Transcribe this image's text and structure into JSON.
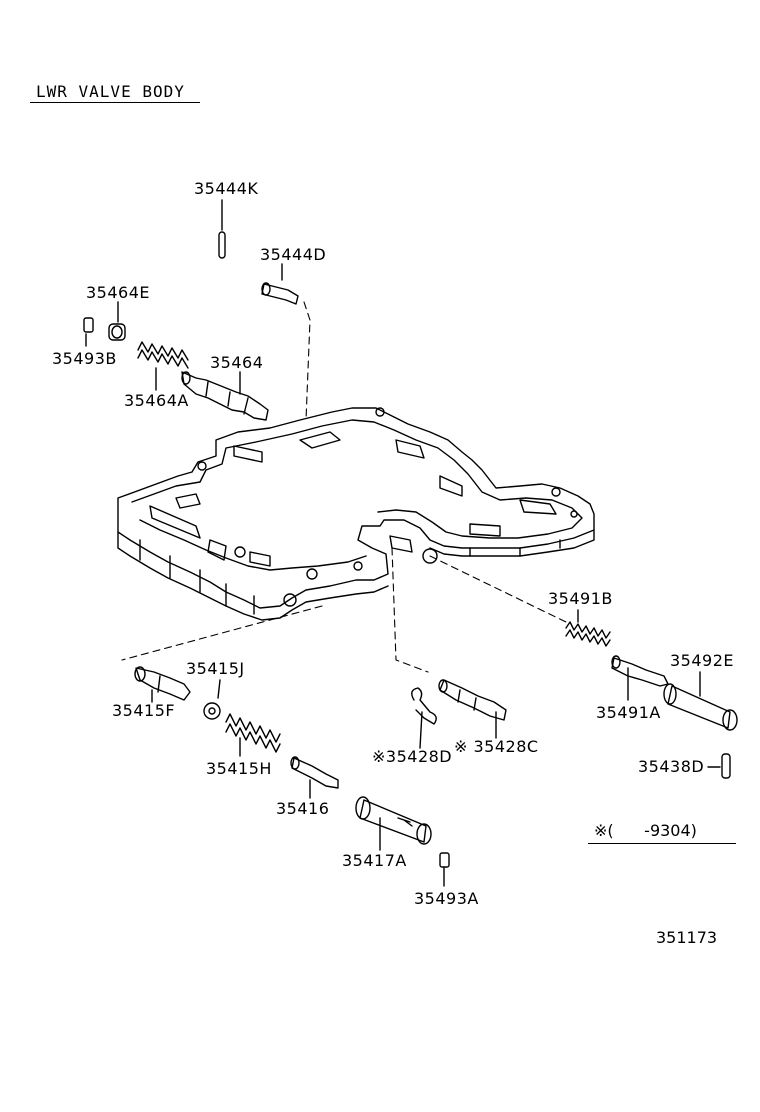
{
  "title": "LWR VALVE BODY",
  "note": "※(      -9304)",
  "reference_number": "351173",
  "parts": [
    {
      "id": "35444K",
      "label": "35444K"
    },
    {
      "id": "35444D",
      "label": "35444D"
    },
    {
      "id": "35464E",
      "label": "35464E"
    },
    {
      "id": "35493B",
      "label": "35493B"
    },
    {
      "id": "35464",
      "label": "35464"
    },
    {
      "id": "35464A",
      "label": "35464A"
    },
    {
      "id": "35491B",
      "label": "35491B"
    },
    {
      "id": "35492E",
      "label": "35492E"
    },
    {
      "id": "35491A",
      "label": "35491A"
    },
    {
      "id": "35438D",
      "label": "35438D"
    },
    {
      "id": "35415J",
      "label": "35415J"
    },
    {
      "id": "35415F",
      "label": "35415F"
    },
    {
      "id": "35415H",
      "label": "35415H"
    },
    {
      "id": "35416",
      "label": "35416"
    },
    {
      "id": "35417A",
      "label": "35417A"
    },
    {
      "id": "35493A",
      "label": "35493A"
    },
    {
      "id": "35428D",
      "label": "※35428D"
    },
    {
      "id": "35428C",
      "label": "※ 35428C"
    }
  ]
}
